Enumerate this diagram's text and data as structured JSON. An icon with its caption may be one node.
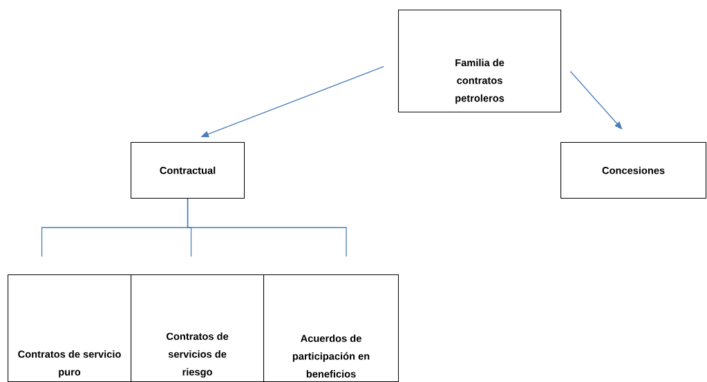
{
  "diagram": {
    "nodes": [
      {
        "text": [
          "Familia de contratos petroleros"
        ]
      },
      {
        "text": [
          "Contractual"
        ]
      },
      {
        "text": [
          "Concesiones"
        ]
      },
      {
        "text": [
          "Contratos de servicio puro"
        ]
      },
      {
        "text": [
          "Contratos de servicios de riesgo"
        ]
      },
      {
        "text": [
          "Acuerdos de participación en beneficios"
        ]
      }
    ],
    "edges": [
      {
        "from": 0,
        "to": 1,
        "arrow": "to"
      },
      {
        "from": 0,
        "to": 2,
        "arrow": "to"
      },
      {
        "from": 1,
        "to": 3,
        "arrow": "none"
      },
      {
        "from": 1,
        "to": 4,
        "arrow": "none"
      },
      {
        "from": 1,
        "to": 5,
        "arrow": "none"
      }
    ]
  }
}
